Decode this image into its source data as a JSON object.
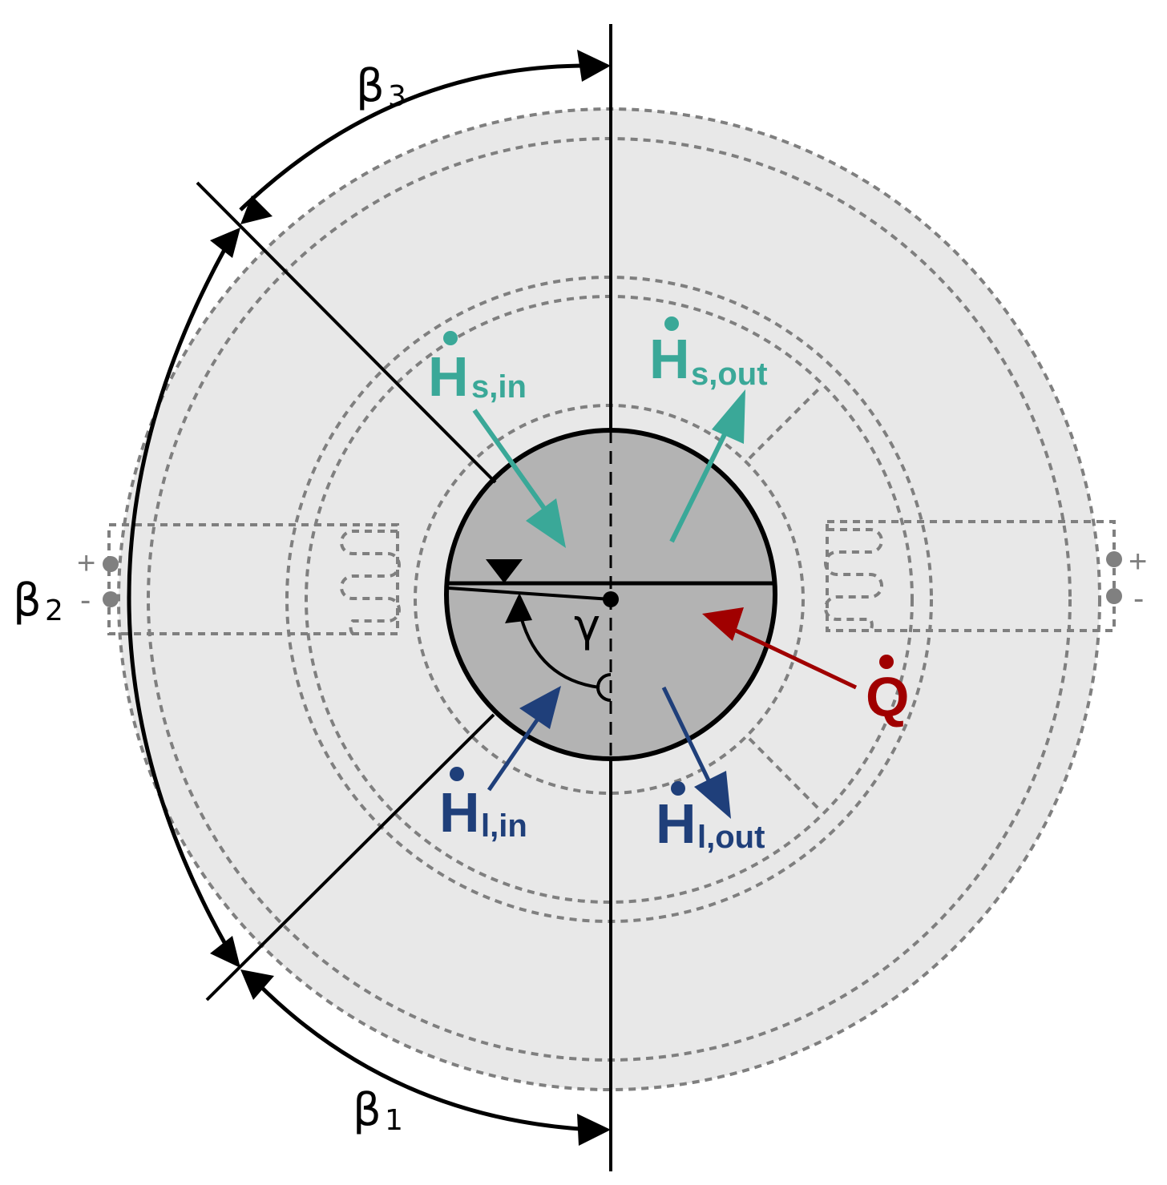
{
  "labels": {
    "beta1": "β",
    "beta1_sub": "1",
    "beta2": "β",
    "beta2_sub": "2",
    "beta3": "β",
    "beta3_sub": "3",
    "gamma": "γ",
    "h_s_in_main": "H",
    "h_s_in_sub": "s,in",
    "h_s_out_main": "H",
    "h_s_out_sub": "s,out",
    "h_l_in_main": "H",
    "h_l_in_sub": "l,in",
    "h_l_out_main": "H",
    "h_l_out_sub": "l,out",
    "q_dot": "Q",
    "left_plus": "+",
    "left_minus": "-",
    "right_plus": "+",
    "right_minus": "-"
  },
  "colors": {
    "solid_flow": "#3aa898",
    "liquid_flow": "#1f3f7a",
    "heat_flow": "#a00000",
    "outer_disc": "#e8e8e8",
    "inner_drum": "#b3b3b3",
    "dashed": "#7f7f7f"
  }
}
